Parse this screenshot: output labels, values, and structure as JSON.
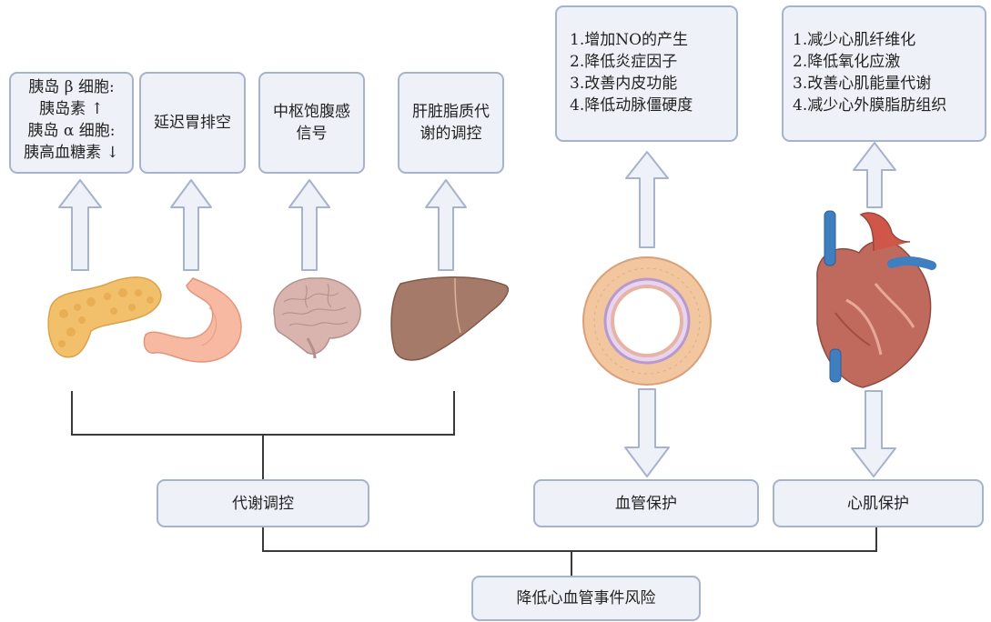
{
  "top_boxes": {
    "pancreas": [
      "胰岛 β 细胞:",
      "胰岛素 ↑",
      "胰岛 α 细胞:",
      "胰高血糖素 ↓"
    ],
    "stomach": "延迟胃排空",
    "brain": [
      "中枢饱腹感",
      "信号"
    ],
    "liver": [
      "肝脏脂质代",
      "谢的调控"
    ]
  },
  "vessel_box": [
    "1.增加NO的产生",
    "2.降低炎症因子",
    "3.改善内皮功能",
    "4.降低动脉僵硬度"
  ],
  "heart_box": [
    "1.减少心肌纤维化",
    "2.降低氧化应激",
    "3.改善心肌能量代谢",
    "4.减少心外膜脂肪组织"
  ],
  "bottom_boxes": {
    "metabolic": "代谢调控",
    "vascular": "血管保护",
    "cardiac": "心肌保护",
    "final": "降低心血管事件风险"
  },
  "icons": [
    "pancreas-icon",
    "stomach-icon",
    "brain-icon",
    "liver-icon",
    "artery-icon",
    "heart-icon"
  ],
  "colors": {
    "box_fill": "#eef1f8",
    "box_border": "#a7b2cb",
    "arrow_fill": "#eef1f8",
    "arrow_stroke": "#a7b2cb",
    "connector": "#3a3a3a"
  }
}
